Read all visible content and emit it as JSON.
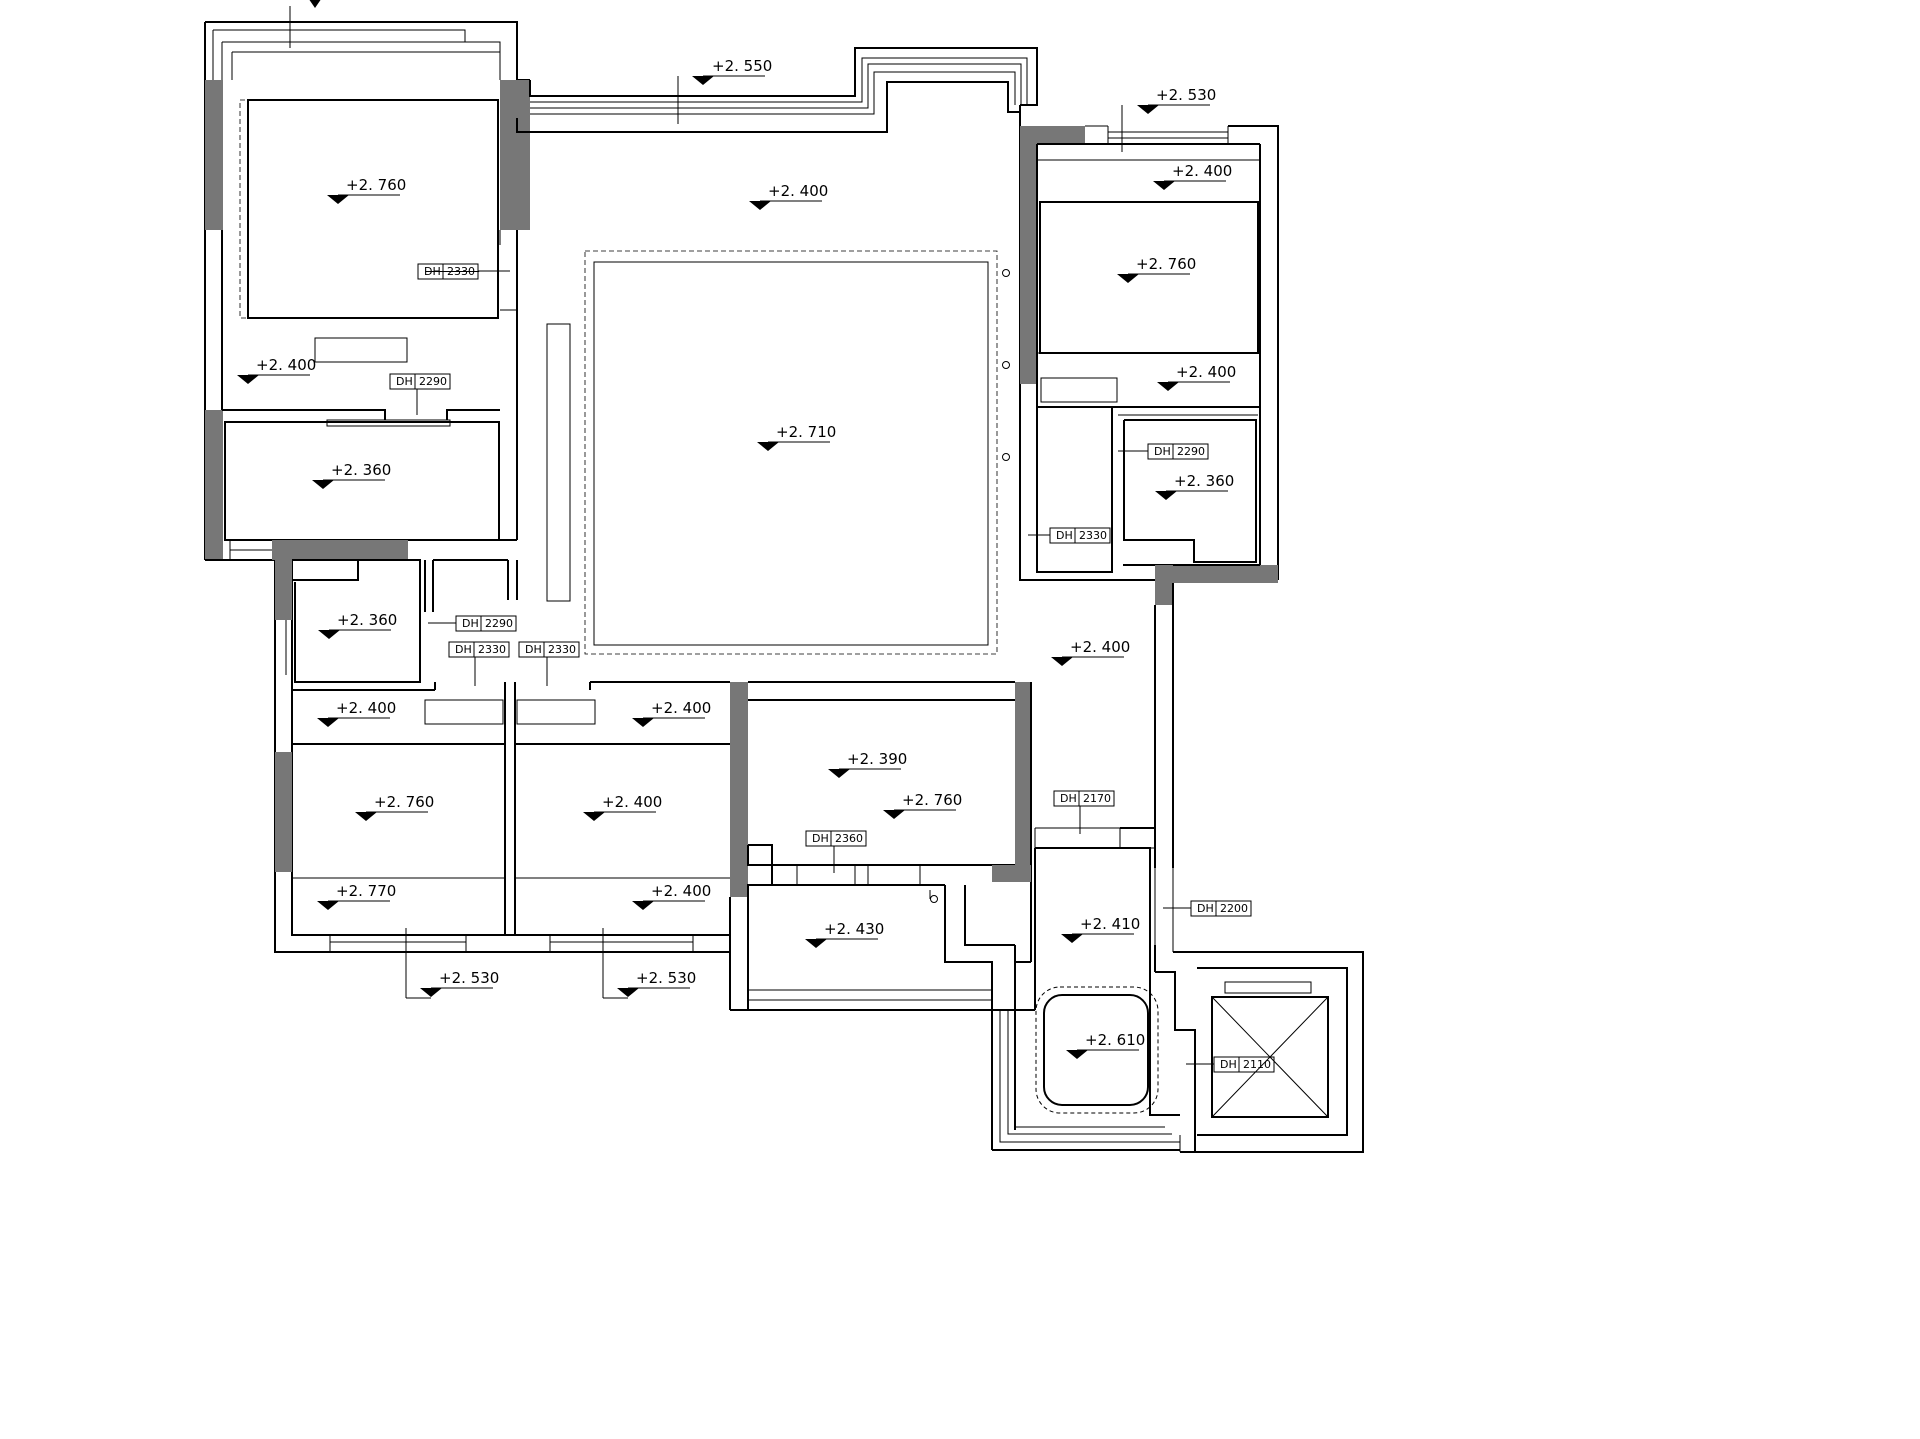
{
  "plan": {
    "levels": [
      {
        "id": "lvl-1",
        "label": "+2. 550"
      },
      {
        "id": "lvl-2",
        "label": "+2. 760"
      },
      {
        "id": "lvl-3",
        "label": "+2. 400"
      },
      {
        "id": "lvl-4",
        "label": "+2. 530"
      },
      {
        "id": "lvl-5",
        "label": "+2. 400"
      },
      {
        "id": "lvl-6",
        "label": "+2. 760"
      },
      {
        "id": "lvl-7",
        "label": "+2. 400"
      },
      {
        "id": "lvl-8",
        "label": "+2. 400"
      },
      {
        "id": "lvl-9",
        "label": "+2. 710"
      },
      {
        "id": "lvl-10",
        "label": "+2. 360"
      },
      {
        "id": "lvl-11",
        "label": "+2. 360"
      },
      {
        "id": "lvl-12",
        "label": "+2. 360"
      },
      {
        "id": "lvl-13",
        "label": "+2. 400"
      },
      {
        "id": "lvl-14",
        "label": "+2. 400"
      },
      {
        "id": "lvl-15",
        "label": "+2. 400"
      },
      {
        "id": "lvl-16",
        "label": "+2. 770"
      },
      {
        "id": "lvl-17",
        "label": "+2. 390"
      },
      {
        "id": "lvl-18",
        "label": "+2. 760"
      },
      {
        "id": "lvl-19",
        "label": "+2. 760"
      },
      {
        "id": "lvl-20",
        "label": "+2. 400"
      },
      {
        "id": "lvl-21",
        "label": "+2. 400"
      },
      {
        "id": "lvl-22",
        "label": "+2. 430"
      },
      {
        "id": "lvl-23",
        "label": "+2. 410"
      },
      {
        "id": "lvl-24",
        "label": "+2. 530"
      },
      {
        "id": "lvl-25",
        "label": "+2. 530"
      },
      {
        "id": "lvl-26",
        "label": "+2. 610"
      }
    ],
    "door_heights": [
      {
        "id": "dh-1",
        "tag": "DH",
        "value": "2330"
      },
      {
        "id": "dh-2",
        "tag": "DH",
        "value": "2290"
      },
      {
        "id": "dh-3",
        "tag": "DH",
        "value": "2290"
      },
      {
        "id": "dh-4",
        "tag": "DH",
        "value": "2330"
      },
      {
        "id": "dh-5",
        "tag": "DH",
        "value": "2290"
      },
      {
        "id": "dh-6",
        "tag": "DH",
        "value": "2330"
      },
      {
        "id": "dh-7",
        "tag": "DH",
        "value": "2330"
      },
      {
        "id": "dh-8",
        "tag": "DH",
        "value": "2170"
      },
      {
        "id": "dh-9",
        "tag": "DH",
        "value": "2360"
      },
      {
        "id": "dh-10",
        "tag": "DH",
        "value": "2200"
      },
      {
        "id": "dh-11",
        "tag": "DH",
        "value": "2110"
      }
    ]
  }
}
